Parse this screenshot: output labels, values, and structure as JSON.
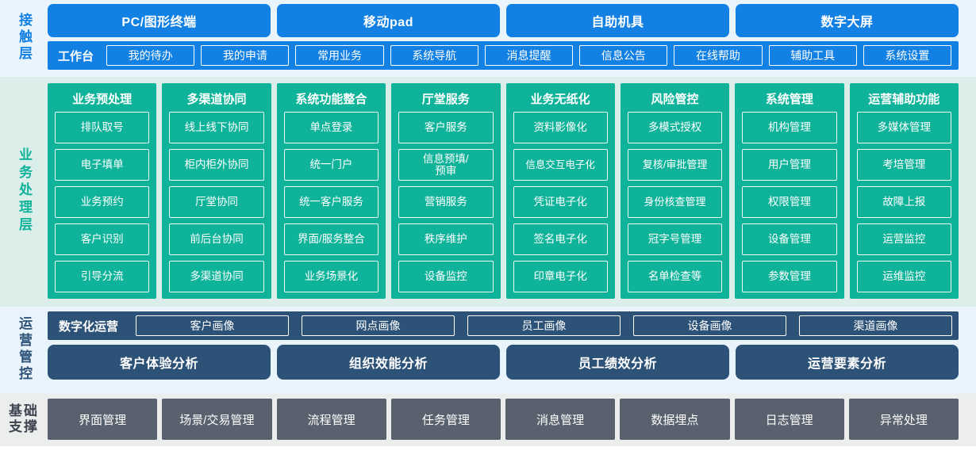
{
  "layers": {
    "contact": {
      "label": "接触层",
      "channels": [
        "PC/图形终端",
        "移动pad",
        "自助机具",
        "数字大屏"
      ],
      "workbench_title": "工作台",
      "workbench_items": [
        "我的待办",
        "我的申请",
        "常用业务",
        "系统导航",
        "消息提醒",
        "信息公告",
        "在线帮助",
        "辅助工具",
        "系统设置"
      ],
      "accent": "#1281e3",
      "background": "#eaf4fd"
    },
    "business": {
      "label": "业务处理层",
      "accent": "#0fb39a",
      "background": "#dceeea",
      "columns": [
        {
          "title": "业务预处理",
          "items": [
            "排队取号",
            "电子填单",
            "业务预约",
            "客户识别",
            "引导分流"
          ]
        },
        {
          "title": "多渠道协同",
          "items": [
            "线上线下协同",
            "柜内柜外协同",
            "厅堂协同",
            "前后台协同",
            "多渠道协同"
          ]
        },
        {
          "title": "系统功能整合",
          "items": [
            "单点登录",
            "统一门户",
            "统一客户服务",
            "界面/服务整合",
            "业务场景化"
          ]
        },
        {
          "title": "厅堂服务",
          "items": [
            "客户服务",
            "信息预填/\n预审",
            "营销服务",
            "秩序维护",
            "设备监控"
          ]
        },
        {
          "title": "业务无纸化",
          "items": [
            "资料影像化",
            "信息交互电子化",
            "凭证电子化",
            "签名电子化",
            "印章电子化"
          ]
        },
        {
          "title": "风险管控",
          "items": [
            "多模式授权",
            "复核/审批管理",
            "身份核查管理",
            "冠字号管理",
            "名单检查等"
          ]
        },
        {
          "title": "系统管理",
          "items": [
            "机构管理",
            "用户管理",
            "权限管理",
            "设备管理",
            "参数管理"
          ]
        },
        {
          "title": "运营辅助功能",
          "items": [
            "多媒体管理",
            "考培管理",
            "故障上报",
            "运营监控",
            "运维监控"
          ]
        }
      ]
    },
    "operation": {
      "label": "运营管控",
      "accent": "#2d5278",
      "background": "#e9f3fb",
      "digital_title": "数字化运营",
      "portraits": [
        "客户画像",
        "网点画像",
        "员工画像",
        "设备画像",
        "渠道画像"
      ],
      "analyses": [
        "客户体验分析",
        "组织效能分析",
        "员工绩效分析",
        "运营要素分析"
      ]
    },
    "base": {
      "label_line1": "基础",
      "label_line2": "支撑",
      "accent": "#59616e",
      "background": "#eceded",
      "items": [
        "界面管理",
        "场景/交易管理",
        "流程管理",
        "任务管理",
        "消息管理",
        "数据埋点",
        "日志管理",
        "异常处理"
      ]
    }
  }
}
